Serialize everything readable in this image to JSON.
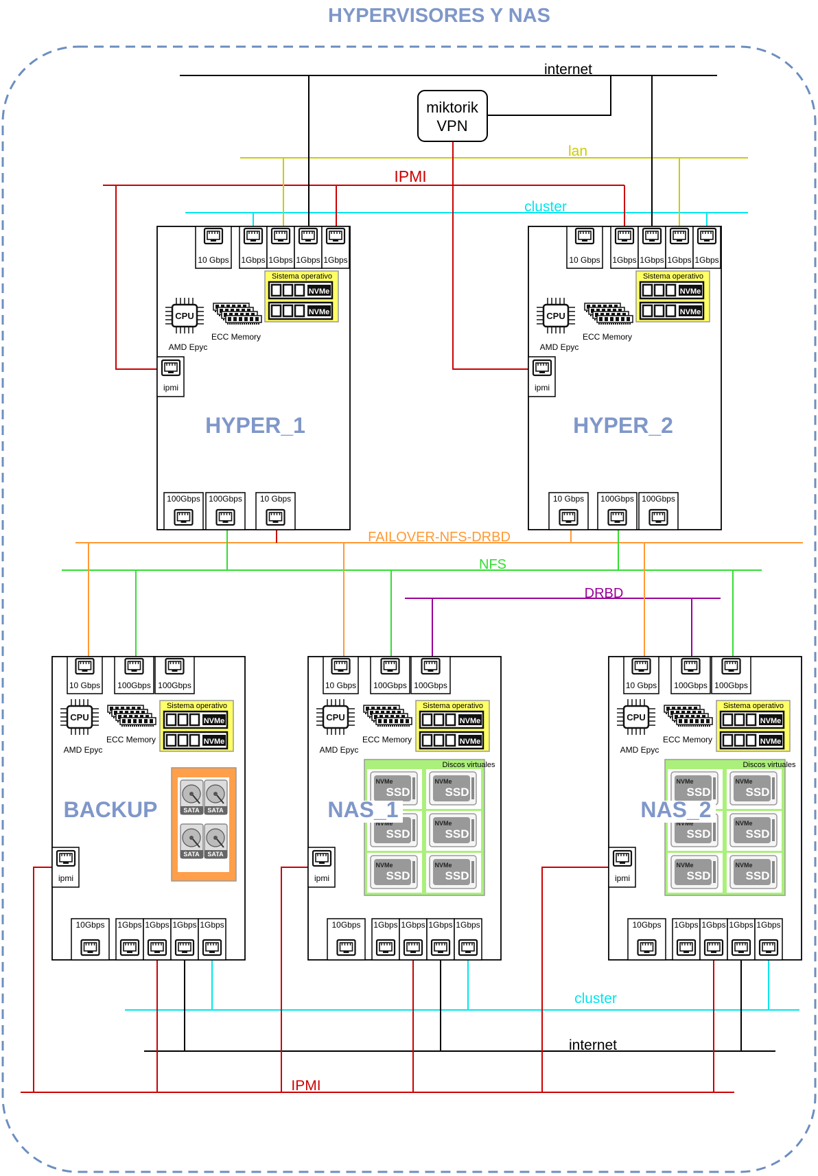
{
  "title": "HYPERVISORES Y NAS",
  "colors": {
    "title": "#7f97c9",
    "server_name": "#7f97c9",
    "internet": "#000000",
    "lan": "#cccc00",
    "ipmi": "#cc0000",
    "cluster": "#00e5ee",
    "failover": "#ff9933",
    "nfs": "#33dd33",
    "drbd": "#990099",
    "os_box": "#ffff66",
    "disks_box": "#aaf07a",
    "sata_box": "#ff9f4a"
  },
  "networks": {
    "internet_top": "internet",
    "lan": "lan",
    "ipmi_top": "IPMI",
    "cluster_top": "cluster",
    "failover": "FAILOVER-NFS-DRBD",
    "nfs": "NFS",
    "drbd": "DRBD",
    "cluster_bottom": "cluster",
    "internet_bottom": "internet",
    "ipmi_bottom": "IPMI"
  },
  "router": {
    "line1": "miktorik",
    "line2": "VPN"
  },
  "components": {
    "os_label": "Sistema operativo",
    "nvme": "NVMe",
    "cpu_chip": "CPU",
    "cpu": "AMD Epyc",
    "memory": "ECC Memory",
    "ipmi_port": "ipmi",
    "disks_label": "Discos virtuales",
    "ssd_small": "NVMe",
    "ssd_big": "SSD",
    "sata": "SATA"
  },
  "servers": [
    {
      "name": "HYPER_1",
      "top_ports": [
        "10 Gbps",
        "1Gbps",
        "1Gbps",
        "1Gbps",
        "1Gbps"
      ],
      "bottom_ports": [
        "100Gbps",
        "100Gbps",
        "10 Gbps"
      ]
    },
    {
      "name": "HYPER_2",
      "top_ports": [
        "10 Gbps",
        "1Gbps",
        "1Gbps",
        "1Gbps",
        "1Gbps"
      ],
      "bottom_ports": [
        "10 Gbps",
        "100Gbps",
        "100Gbps"
      ]
    },
    {
      "name": "BACKUP",
      "top_ports": [
        "10 Gbps",
        "100Gbps",
        "100Gbps"
      ],
      "bottom_ports": [
        "10Gbps",
        "1Gbps",
        "1Gbps",
        "1Gbps",
        "1Gbps"
      ]
    },
    {
      "name": "NAS_1",
      "top_ports": [
        "10 Gbps",
        "100Gbps",
        "100Gbps"
      ],
      "bottom_ports": [
        "10Gbps",
        "1Gbps",
        "1Gbps",
        "1Gbps",
        "1Gbps"
      ]
    },
    {
      "name": "NAS_2",
      "top_ports": [
        "10 Gbps",
        "100Gbps",
        "100Gbps"
      ],
      "bottom_ports": [
        "10Gbps",
        "1Gbps",
        "1Gbps",
        "1Gbps",
        "1Gbps"
      ]
    }
  ]
}
